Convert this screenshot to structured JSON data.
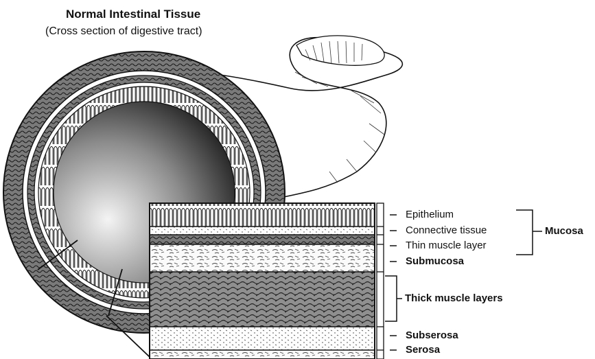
{
  "title": "Normal Intestinal Tissue",
  "subtitle": "(Cross section of digestive tract)",
  "layers": {
    "epithelium": "Epithelium",
    "connective": "Connective tissue",
    "thin_muscle": "Thin muscle layer",
    "mucosa": "Mucosa",
    "submucosa": "Submucosa",
    "thick_muscle": "Thick muscle layers",
    "subserosa": "Subserosa",
    "serosa": "Serosa"
  },
  "colors": {
    "ink": "#111111",
    "lumen_light": "#f4f4f4",
    "lumen_dark": "#0a0a0a",
    "muscle_fill": "#8a8a8a"
  }
}
